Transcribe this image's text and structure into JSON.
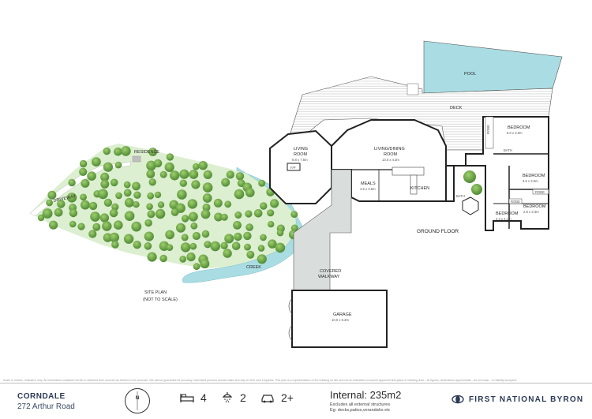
{
  "site": {
    "residence": "RESIDENCE",
    "driveway": "DRIVEWAY",
    "creek": "CREEK",
    "plan_title": "SITE PLAN",
    "plan_note": "(NOT TO SCALE)"
  },
  "rooms": {
    "pool": "POOL",
    "deck": "DECK",
    "living_room": {
      "name_1": "LIVING",
      "name_2": "ROOM",
      "size": "6.8 x 7.5m"
    },
    "living_dining": {
      "name_1": "LIVING/DINING",
      "name_2": "ROOM",
      "size": "13.5 x 4.3m"
    },
    "meals": {
      "name": "MEALS",
      "size": "4.5 x 3.5m"
    },
    "kitchen": "KITCHEN",
    "bedroom1": {
      "name": "BEDROOM",
      "size": "6.0 x 3.0m"
    },
    "bedroom2": {
      "name": "BEDROOM",
      "size": "3.6 x 3.0m"
    },
    "bedroom3": {
      "name": "BEDROOM",
      "size": "3.3 x 4.1m"
    },
    "bedroom4": {
      "name": "BEDROOM",
      "size": "2.8 x 3.3m"
    },
    "covered_walkway": {
      "name_1": "COVERED",
      "name_2": "WALKWAY"
    },
    "garage": {
      "name": "GARAGE",
      "size": "10.0 x 6.2m"
    },
    "robe": "ROBE",
    "bath": "BATH",
    "fireplace": "F/P",
    "ground_floor": "GROUND FLOOR"
  },
  "disclaimer": "Scale in metres. Indicative only. All information contained herein is obtained from sources we believe to be accurate. We cannot guarantee its accuracy. Interested persons should make and rely on their own enquiries. This plan is a representation of the building on site and not an indication of council approved floorplans or building lines - all figures, dimensions approximate - do not scale - no liability accepted.",
  "footer": {
    "suburb": "CORNDALE",
    "address": "272 Arthur Road",
    "compass_label": "N",
    "bedrooms": "4",
    "bathrooms": "2",
    "cars": "2+",
    "internal": "Internal: 235m2",
    "note_1": "Excludes all external structures",
    "note_2": "Eg: decks,patios,verandahs etc",
    "brand": "FIRST NATIONAL BYRON"
  },
  "colors": {
    "pool": "#a9dde3",
    "walkway": "#d9dedc",
    "water": "#a9dde3",
    "grass": "#dcefd0",
    "tree": "#6fa84a",
    "brand": "#2b3a55"
  }
}
